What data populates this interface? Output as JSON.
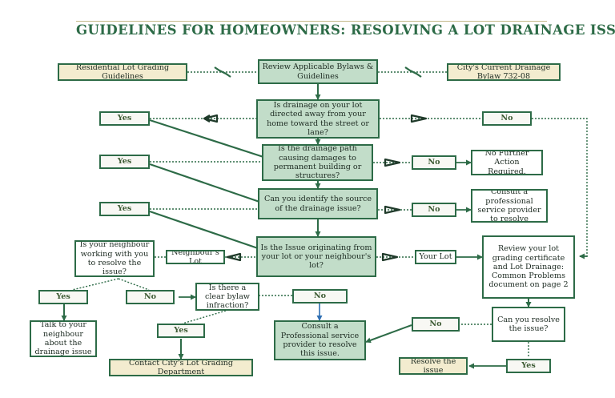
{
  "title": "GUIDELINES FOR HOMEOWNERS: RESOLVING A LOT DRAINAGE ISSUE",
  "colors": {
    "primary": "#2d6b47",
    "question_fill": "#c2ddc9",
    "cream": "#f3eccf",
    "blue_arrow": "#2f6fb3"
  },
  "nodes": {
    "residential_guidelines": "Residential Lot Grading Guidelines",
    "review_bylaws": "Review Applicable Bylaws & Guidelines",
    "drainage_bylaw": "City's Current Drainage Bylaw 732-08",
    "q1": "Is drainage on your lot directed away from your home toward the street or lane?",
    "q1_yes": "Yes",
    "q1_no": "No",
    "q2": "Is the drainage path causing damages to permanent building or structures?",
    "q2_yes": "Yes",
    "q2_no": "No",
    "no_further": "No Further Action Required.",
    "q3": "Can you identify the source of the drainage issue?",
    "q3_yes": "Yes",
    "q3_no": "No",
    "consult_pro": "Consult a professional service provider to resolve",
    "q4": "Is the Issue originating from your lot or your neighbour's lot?",
    "neighbours_lot": "Neighbour's Lot",
    "your_lot": "Your Lot",
    "review_cert": "Review your lot grading certificate and Lot Drainage: Common Problems document on page 2",
    "q_neighbour": "Is your neighbour working with you to resolve the issue?",
    "qn_yes": "Yes",
    "qn_no": "No",
    "talk_neighbour": "Talk to your neighbour about the drainage issue",
    "q_bylaw": "Is there a clear bylaw infraction?",
    "qb_yes": "Yes",
    "qb_no": "No",
    "contact_city": "Contact City's Lot Grading Department",
    "consult_pro2": "Consult a Professional service provider to resolve this issue.",
    "q_resolve": "Can you resolve the issue?",
    "qr_no": "No",
    "qr_yes": "Yes",
    "resolve": "Resolve the issue"
  }
}
